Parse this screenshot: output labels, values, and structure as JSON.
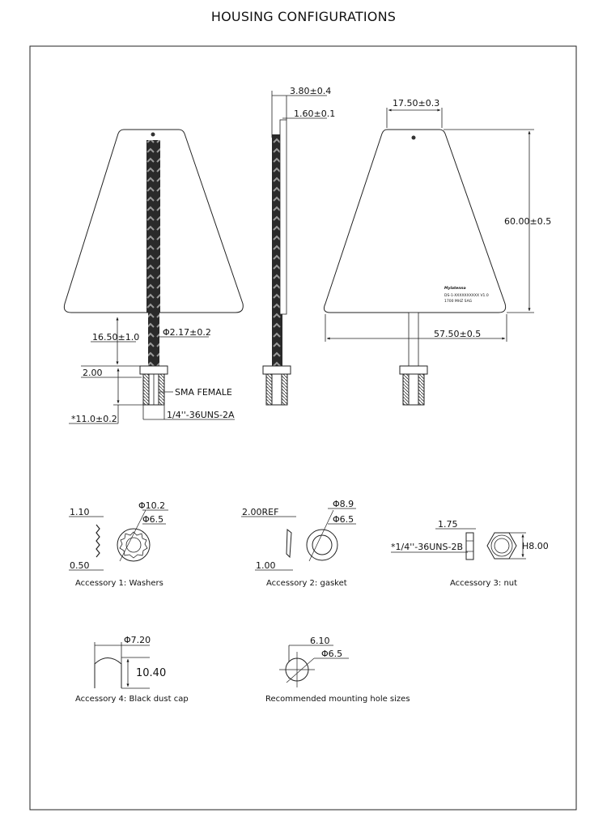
{
  "title": "HOUSING CONFIGURATIONS",
  "views": {
    "front": {
      "length_dim": "16.50±1.0",
      "diameter_dim": "Φ2.17±0.2",
      "thickness_dim": "2.00",
      "connector_label": "SMA FEMALE",
      "thread_label": "1/4''-36UNS-2A",
      "connector_length_dim": "*11.0±0.2"
    },
    "side": {
      "total_thickness_dim": "3.80±0.4",
      "board_thickness_dim": "1.60±0.1"
    },
    "back": {
      "top_width_dim": "17.50±0.3",
      "height_dim": "60.00±0.5",
      "bottom_width_dim": "57.50±0.5",
      "label_line_1": "Mylatenna",
      "label_line_2": "DS-1-XXXXXXXXXX V1.0",
      "label_line_3": "1700 MHZ SAG"
    }
  },
  "accessories": {
    "washers": {
      "caption": "Accessory 1:  Washers",
      "thickness_dim": "1.10",
      "inner_thickness_dim": "0.50",
      "outer_dia": "Φ10.2",
      "inner_dia": "Φ6.5"
    },
    "gasket": {
      "caption": "Accessory 2:  gasket",
      "ref_dim": "2.00REF",
      "thickness_dim": "1.00",
      "outer_dia": "Φ8.9",
      "inner_dia": "Φ6.5"
    },
    "nut": {
      "caption": "Accessory 3:  nut",
      "thickness_dim": "1.75",
      "thread_label": "*1/4''-36UNS-2B",
      "hex_dim": "H8.00"
    },
    "dust_cap": {
      "caption": "Accessory 4:  Black dust cap",
      "dia": "Φ7.20",
      "length": "10.40"
    },
    "mounting_hole": {
      "caption": "Recommended mounting hole sizes",
      "flat_dim": "6.10",
      "dia": "Φ6.5"
    }
  }
}
